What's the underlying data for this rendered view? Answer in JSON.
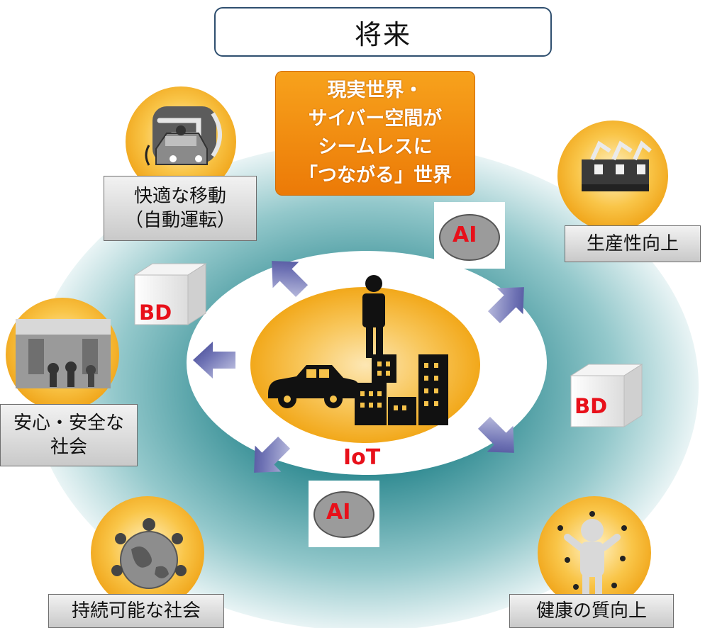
{
  "title": "将来",
  "center_message": {
    "lines": [
      "現実世界・",
      "サイバー空間が",
      "シームレスに",
      "「つながる」世界"
    ]
  },
  "labels": {
    "mobility": [
      "快適な移動",
      "（自動運転）"
    ],
    "productivity": "生産性向上",
    "safety": [
      "安心・安全な",
      "社会"
    ],
    "sustainable": "持続可能な社会",
    "health": "健康の質向上"
  },
  "bd_label": "BD",
  "ai_label": "AI",
  "iot_label": "IoT",
  "colors": {
    "accent_orange": "#ee8008",
    "text_red": "#e8101a",
    "arrow_blue": "#5b5fa6",
    "teal_disc": "#5fa8ad",
    "center_gold": "#f6b91e"
  }
}
